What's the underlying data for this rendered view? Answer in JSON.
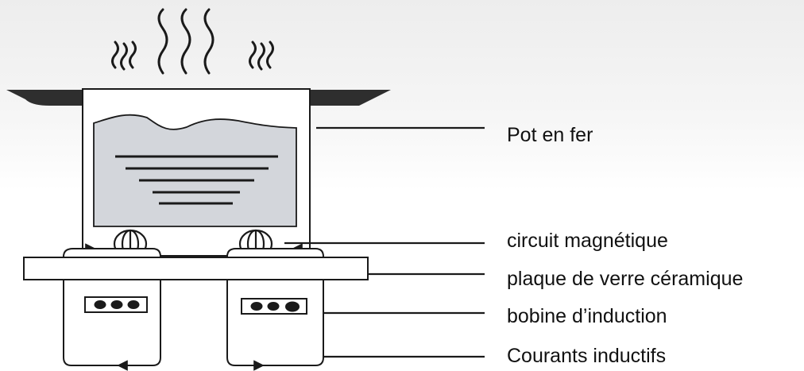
{
  "labels": {
    "pot": "Pot en fer",
    "magnetic_circuit": "circuit magnétique",
    "glass_plate": "plaque de verre céramique",
    "coil": "bobine d’induction",
    "currents": "Courants inductifs"
  },
  "colors": {
    "stroke": "#1a1a1a",
    "food_fill": "#d3d6db",
    "handle_fill": "#2e2e2e"
  },
  "icons": [
    "steam-icon",
    "coil-icon"
  ]
}
